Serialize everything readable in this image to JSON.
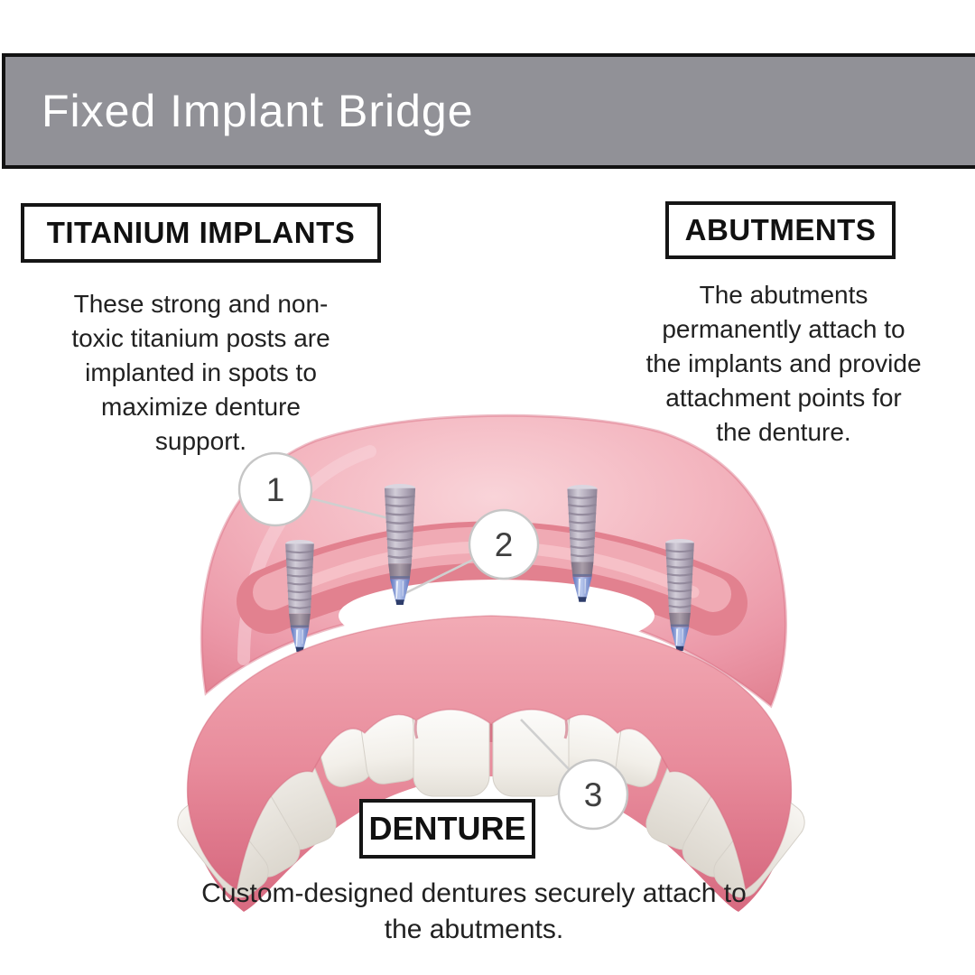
{
  "header": {
    "title": "Fixed Implant Bridge",
    "bg_color": "#919197",
    "text_color": "#ffffff",
    "border_color": "#121212"
  },
  "sections": {
    "titanium": {
      "heading": "TITANIUM IMPLANTS",
      "lines": [
        "These strong and non-",
        "toxic titanium posts are",
        "implanted in spots to",
        "maximize denture",
        "support."
      ]
    },
    "abutments": {
      "heading": "ABUTMENTS",
      "lines": [
        "The abutments",
        "permanently attach to",
        "the implants and provide",
        "attachment points for",
        "the denture."
      ]
    },
    "denture": {
      "heading": "DENTURE",
      "lines": [
        "Custom-designed dentures securely attach to",
        "the abutments."
      ]
    }
  },
  "callouts": [
    {
      "number": "1",
      "target": "titanium implant post"
    },
    {
      "number": "2",
      "target": "abutment on implant"
    },
    {
      "number": "3",
      "target": "denture tooth"
    }
  ],
  "illustration": {
    "description": "Upper-jaw denture with four titanium implants and abutments",
    "colors": {
      "gum_light": "#f8d0d6",
      "gum_mid": "#f0a8b3",
      "gum_deep": "#df7a8c",
      "tooth_white": "#ffffff",
      "tooth_shade": "#e7e3dc",
      "implant_gray": "#a79fae",
      "abutment_blue": "#6c82c4",
      "callout_line": "#cfcfcf",
      "callout_ring": "#c6c6c6",
      "callout_text": "#3f3f3f"
    }
  }
}
